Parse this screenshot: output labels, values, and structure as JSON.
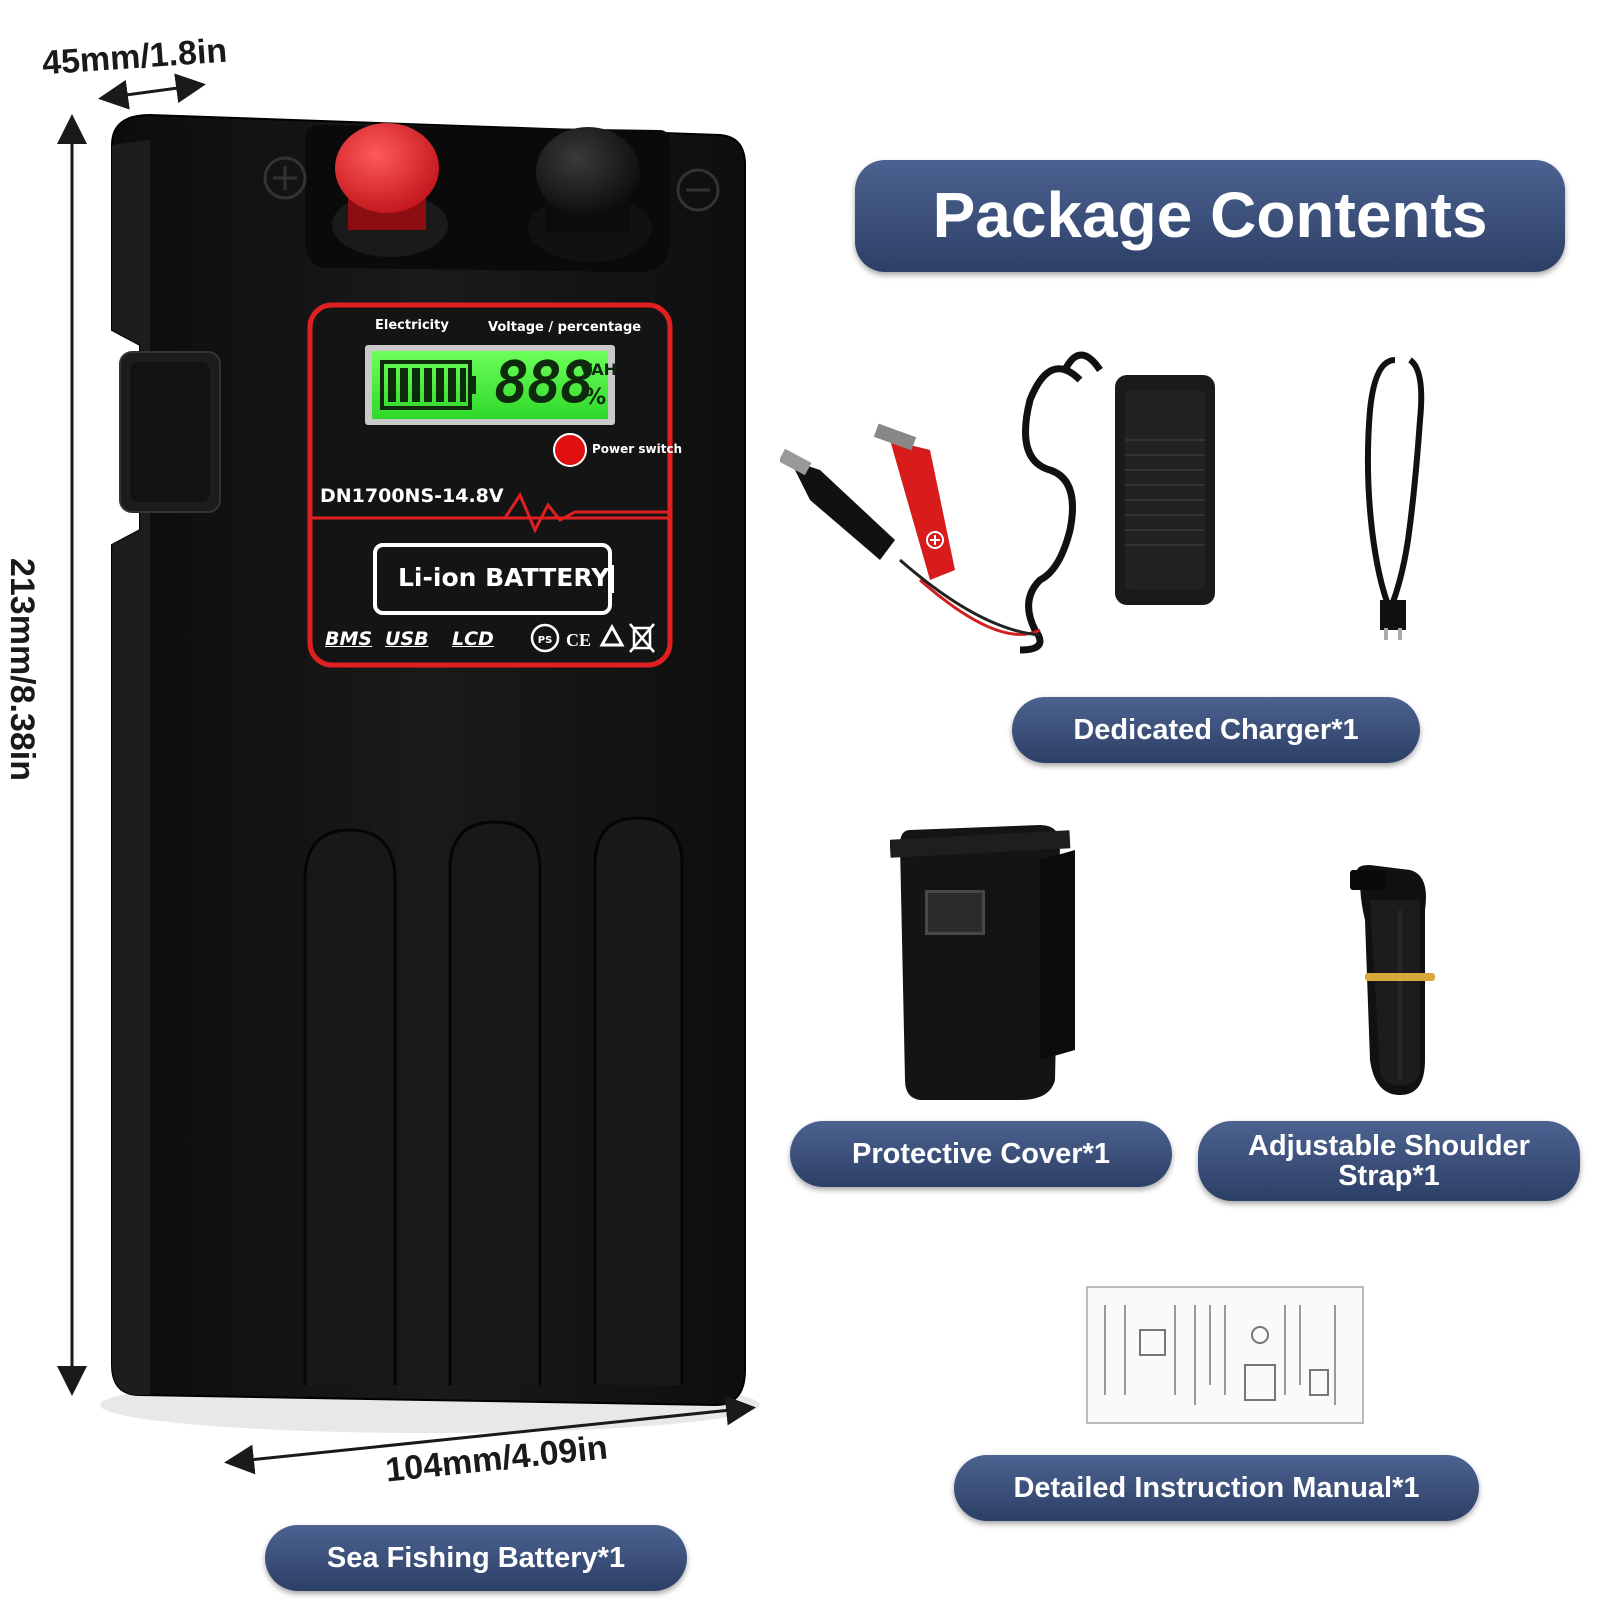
{
  "title": "Package Contents",
  "dimensions": {
    "depth": "45mm/1.8in",
    "height": "213mm/8.38in",
    "width": "104mm/4.09in"
  },
  "battery_panel": {
    "electricity_label": "Electricity",
    "voltage_label": "Voltage / percentage",
    "lcd_digits": "888",
    "lcd_unit_top": "VAH",
    "lcd_unit_bottom": "%",
    "power_switch_label": "Power switch",
    "model": "DN1700NS-14.8V",
    "battery_type": "Li-ion BATTERY",
    "feature_bms": "BMS",
    "feature_usb": "USB",
    "feature_lcd": "LCD",
    "cert_ce": "CE"
  },
  "items": {
    "battery": "Sea Fishing Battery*1",
    "charger": "Dedicated Charger*1",
    "cover": "Protective Cover*1",
    "strap_line1": "Adjustable Shoulder",
    "strap_line2": "Strap*1",
    "manual": "Detailed Instruction Manual*1"
  },
  "colors": {
    "pill": "#3a4f7a",
    "battery_body": "#141414",
    "panel_border": "#e02020",
    "lcd_green": "#3cff3c"
  }
}
